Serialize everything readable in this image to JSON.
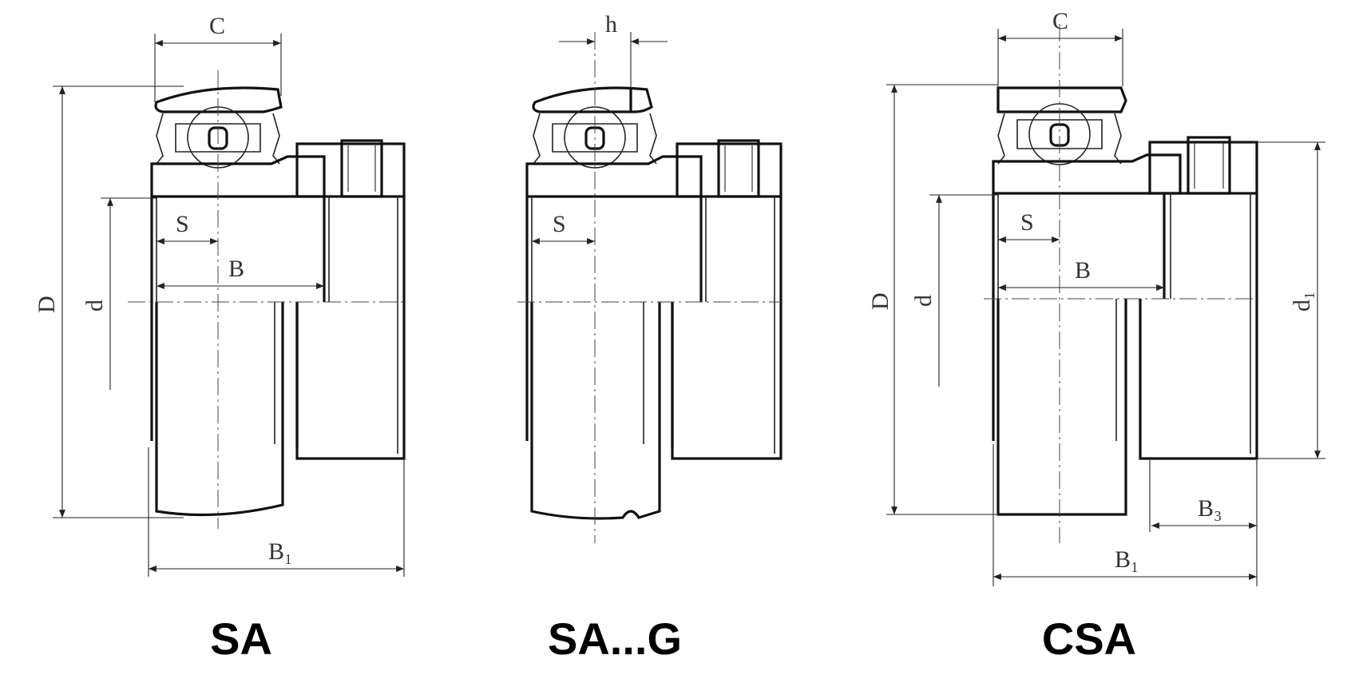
{
  "variants": [
    {
      "caption": "SA",
      "labels": {
        "C": "C",
        "D": "D",
        "d": "d",
        "S": "S",
        "B": "B",
        "B1": "B₁"
      }
    },
    {
      "caption": "SA...G",
      "labels": {
        "h": "h",
        "S": "S"
      }
    },
    {
      "caption": "CSA",
      "labels": {
        "C": "C",
        "D": "D",
        "d": "d",
        "S": "S",
        "B": "B",
        "d1": "d₁",
        "B3": "B₃",
        "B1": "B₁"
      }
    }
  ]
}
